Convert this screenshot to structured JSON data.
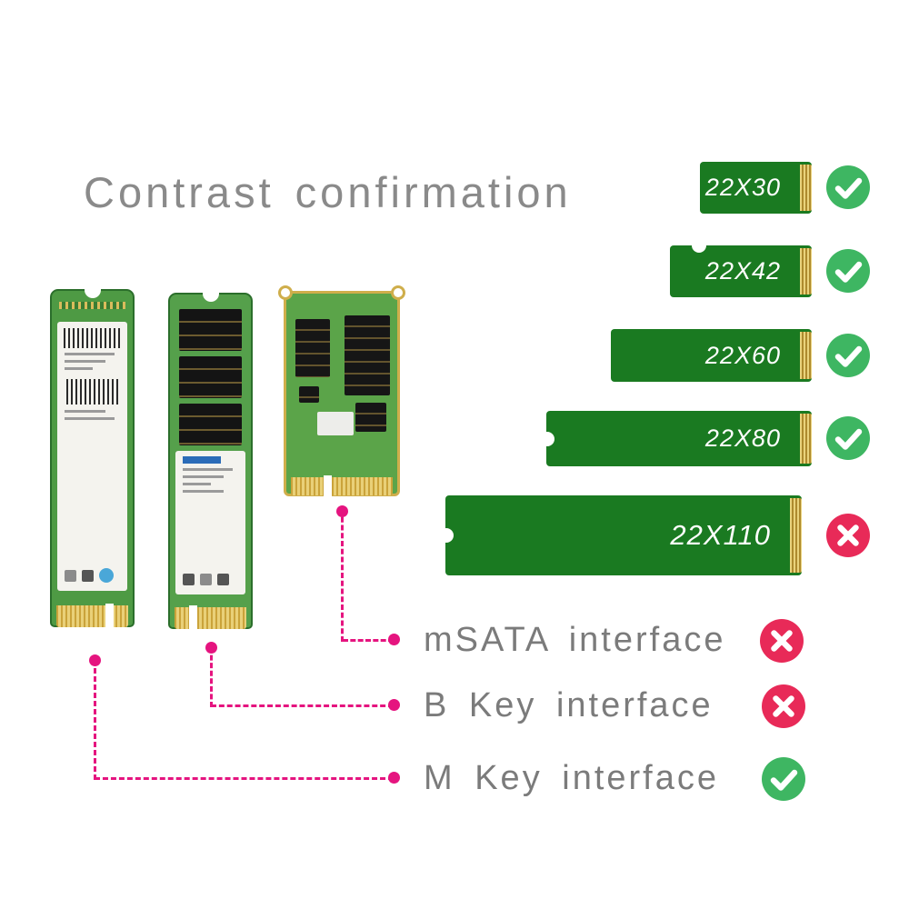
{
  "title": "Contrast confirmation",
  "size_bars": [
    {
      "label": "22X30",
      "status": "check"
    },
    {
      "label": "22X42",
      "status": "check"
    },
    {
      "label": "22X60",
      "status": "check"
    },
    {
      "label": "22X80",
      "status": "check"
    },
    {
      "label": "22X110",
      "status": "cross"
    }
  ],
  "interfaces": [
    {
      "label": "mSATA interface",
      "status": "cross"
    },
    {
      "label": "B Key interface",
      "status": "cross"
    },
    {
      "label": "M Key interface",
      "status": "check"
    }
  ],
  "icons": {
    "check": "check-circle-icon",
    "cross": "cross-circle-icon"
  },
  "colors": {
    "bar_green": "#1a7a21",
    "connector_gold": "#d9b84e",
    "check_green": "#3eb662",
    "cross_red": "#e82a58",
    "line_magenta": "#e5147f",
    "title_gray": "#8a8a8a",
    "label_gray": "#7b7b7b"
  }
}
